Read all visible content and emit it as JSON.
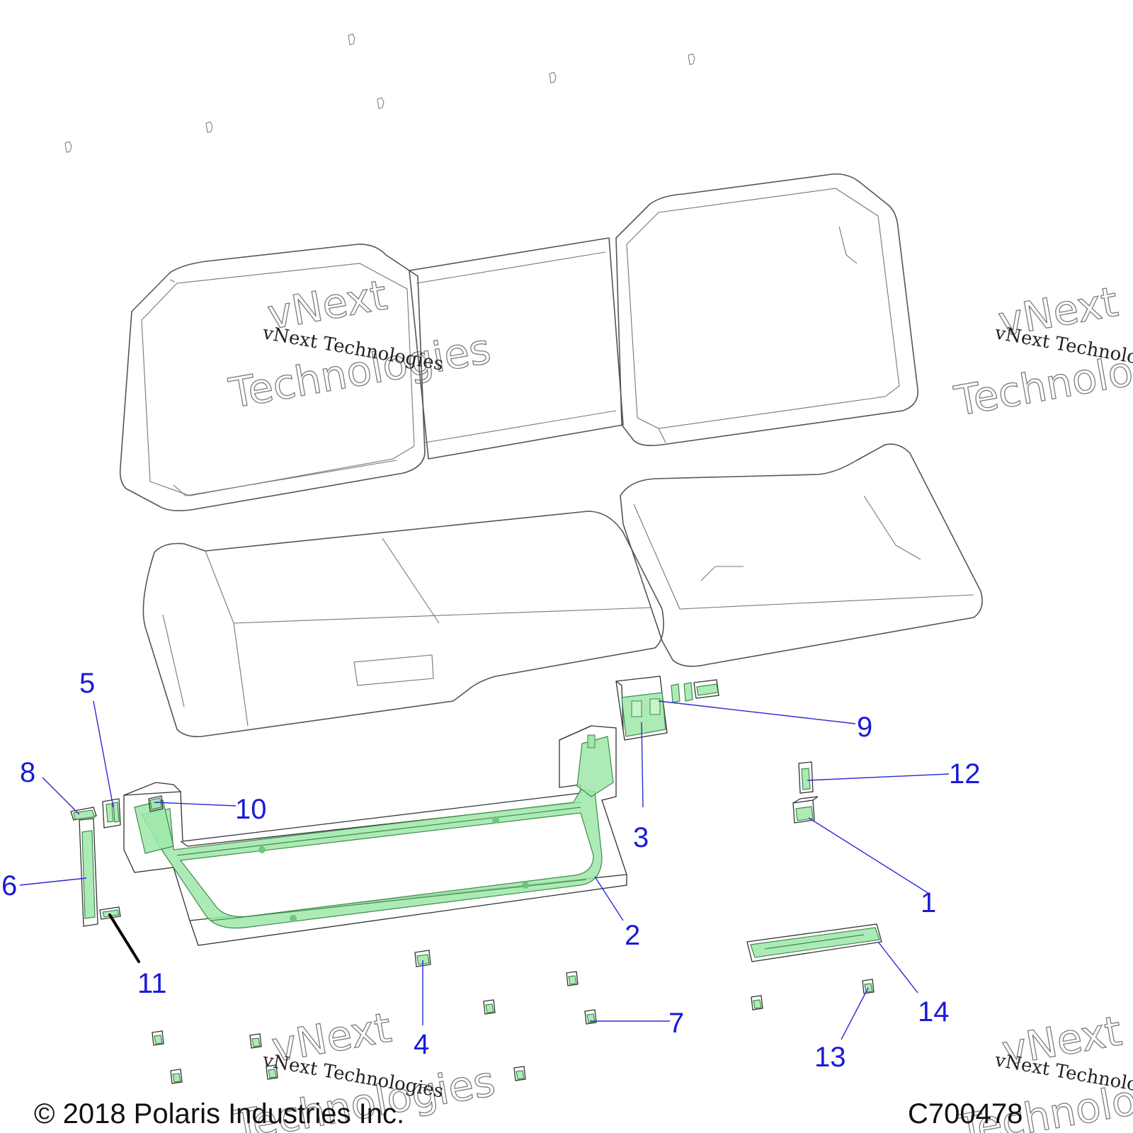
{
  "footer": {
    "copyright": "© 2018 Polaris Industries Inc.",
    "drawing_number": "C700478"
  },
  "watermark": {
    "line_small": "vNext Technologies",
    "line_big_1": "vNext",
    "line_big_2": "Technologies"
  },
  "callouts": [
    "1",
    "2",
    "3",
    "4",
    "5",
    "6",
    "7",
    "8",
    "9",
    "10",
    "11",
    "12",
    "13",
    "14"
  ],
  "colors": {
    "part_highlight": "#9fe8a9",
    "callout_text": "#1a1ad8",
    "outline": "#555555"
  }
}
